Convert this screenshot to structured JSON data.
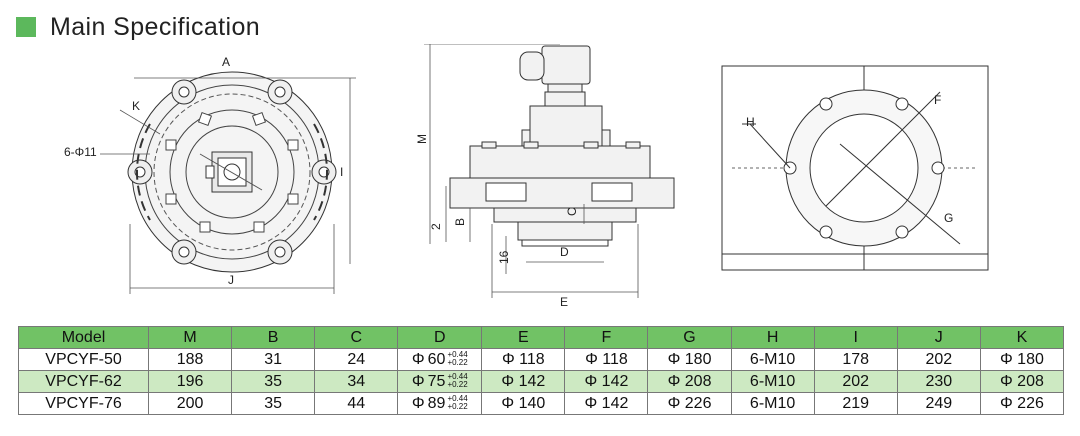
{
  "header": {
    "title": "Main Specification",
    "accent_color": "#5cb85c"
  },
  "drawing_labels": {
    "front": {
      "A": "A",
      "K": "K",
      "holes": "6-Φ11",
      "I": "I",
      "J": "J"
    },
    "side": {
      "M": "M",
      "B": "B",
      "two": "2",
      "C": "C",
      "D": "D",
      "sixteen": "16",
      "E": "E"
    },
    "flange": {
      "F": "F",
      "H": "H",
      "G": "G"
    }
  },
  "table": {
    "header_color": "#71c265",
    "alt_row_color": "#cde9c2",
    "columns": [
      "Model",
      "M",
      "B",
      "C",
      "D",
      "E",
      "F",
      "G",
      "H",
      "I",
      "J",
      "K"
    ],
    "rows": [
      {
        "model": "VPCYF-50",
        "M": "188",
        "B": "31",
        "C": "24",
        "D": "60",
        "D_phi": "Φ",
        "D_tol_upper": "+0.44",
        "D_tol_lower": "+0.22",
        "E": "Φ 118",
        "F": "Φ 118",
        "G": "Φ 180",
        "H": "6-M10",
        "I": "178",
        "J": "202",
        "K": "Φ 180"
      },
      {
        "model": "VPCYF-62",
        "M": "196",
        "B": "35",
        "C": "34",
        "D": "75",
        "D_phi": "Φ",
        "D_tol_upper": "+0.44",
        "D_tol_lower": "+0.22",
        "E": "Φ 142",
        "F": "Φ 142",
        "G": "Φ 208",
        "H": "6-M10",
        "I": "202",
        "J": "230",
        "K": "Φ 208"
      },
      {
        "model": "VPCYF-76",
        "M": "200",
        "B": "35",
        "C": "44",
        "D": "89",
        "D_phi": "Φ",
        "D_tol_upper": "+0.44",
        "D_tol_lower": "+0.22",
        "E": "Φ 140",
        "F": "Φ 142",
        "G": "Φ 226",
        "H": "6-M10",
        "I": "219",
        "J": "249",
        "K": "Φ 226"
      }
    ]
  }
}
